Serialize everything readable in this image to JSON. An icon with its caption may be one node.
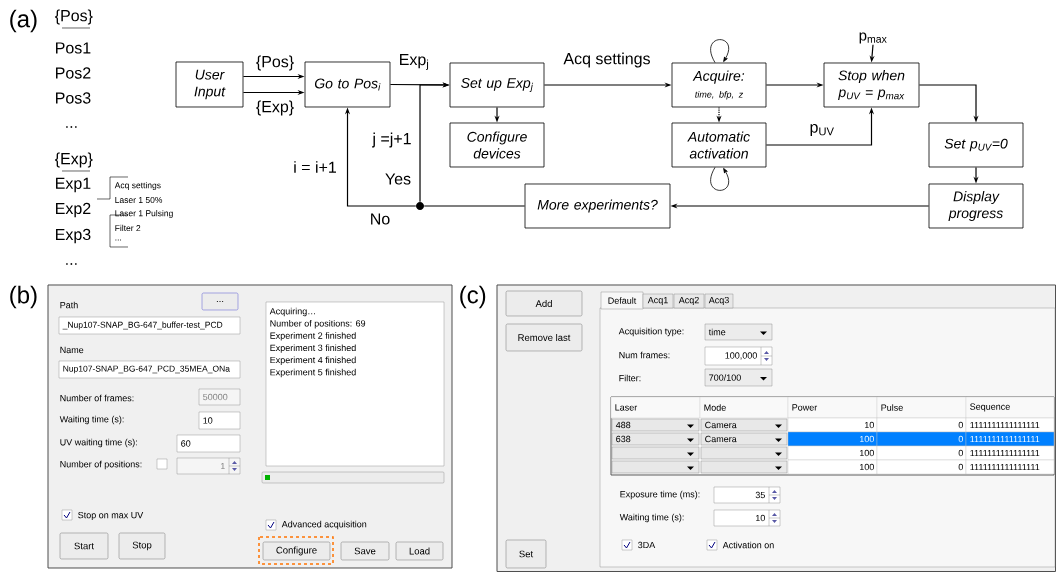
{
  "diagram": {
    "nodes": [
      {
        "text": [
          "User Input"
        ]
      },
      {
        "text": [
          "Go to Pos$_{i}$"
        ]
      },
      {
        "text": [
          "Set up Exp$_{j}$"
        ]
      },
      {
        "text": [
          "Configure devices"
        ]
      },
      {
        "text": [
          "Acquire:",
          "time, bfp, z"
        ]
      },
      {
        "text": [
          "Automatic activation"
        ]
      },
      {
        "text": [
          "Stop when p$_{UV}$ = p$_{max}$"
        ]
      },
      {
        "text": [
          "Set p$_{UV}$=0"
        ]
      },
      {
        "text": [
          "Display progress"
        ]
      },
      {
        "text": [
          "More experiments?"
        ]
      },
      {
        "text": [],
        "shape": "circle"
      },
      {
        "text": [
          "p$_{max}$"
        ]
      }
    ],
    "edges": [
      {
        "from": 0,
        "to": 1,
        "arrow": "to",
        "label": "{Pos}"
      },
      {
        "from": 0,
        "to": 1,
        "arrow": "to",
        "label": "{Exp}"
      },
      {
        "from": 1,
        "to": 2,
        "arrow": "to",
        "label": "Exp$_{j}$"
      },
      {
        "from": 2,
        "to": 3,
        "arrow": "to"
      },
      {
        "from": 2,
        "to": 4,
        "arrow": "to",
        "label": "Acq settings"
      },
      {
        "from": 4,
        "to": 5,
        "arrow": "to",
        "style": "dashed"
      },
      {
        "from": 4,
        "to": 6,
        "arrow": "to"
      },
      {
        "from": 5,
        "to": 6,
        "arrow": "to",
        "label": "p$_{UV}$"
      },
      {
        "from": 6,
        "to": 7,
        "arrow": "to"
      },
      {
        "from": 7,
        "to": 8,
        "arrow": "to"
      },
      {
        "from": 8,
        "to": 9,
        "arrow": "to"
      },
      {
        "from": 9,
        "to": 10,
        "arrow": "none"
      },
      {
        "from": 10,
        "to": 1,
        "arrow": "to",
        "label": "No"
      },
      {
        "from": 10,
        "to": 2,
        "arrow": "to",
        "label": "Yes"
      },
      {
        "from": 4,
        "to": 4,
        "arrow": "to"
      },
      {
        "from": 5,
        "to": 5,
        "arrow": "to"
      },
      {
        "from": 11,
        "to": 6,
        "arrow": "to"
      }
    ],
    "labels": [
      "(a)",
      "{Pos}",
      "Pos1",
      "Pos2",
      "Pos3",
      "...",
      "{Exp}",
      "Exp1",
      "Exp2",
      "Exp3",
      "...",
      "Acq settings",
      "Laser 1 50%",
      "Laser 1 Pulsing",
      "Filter 2",
      "...",
      "i = i+1",
      "j =j+1",
      "(b)",
      "Path",
      "...",
      "_Nup107-SNAP_BG-647_buffer-test_PCD",
      "Name",
      "Nup107-SNAP_BG-647_PCD_35MEA_ONa",
      "Number of frames:",
      "50000",
      "Waiting time (s):",
      "10",
      "UV waiting time (s):",
      "60",
      "Number of positions:",
      "1",
      "Stop on max UV",
      "Start",
      "Stop",
      "Acquiring…",
      "Number of positions: 69",
      "Experiment 2 finished",
      "Experiment 3 finished",
      "Experiment 4 finished",
      "Experiment 5 finished",
      "Advanced acquisition",
      "Configure",
      "Save",
      "Load",
      "(c)",
      "Add",
      "Remove last",
      "Set",
      "Default",
      "Acq1",
      "Acq2",
      "Acq3",
      "Acquisition type:",
      "time",
      "Num frames:",
      "100,000",
      "Filter:",
      "700/100",
      "Laser",
      "Mode",
      "Power",
      "Pulse",
      "Sequence",
      "488",
      "Camera",
      "10",
      "0",
      "1111111111111111",
      "638",
      "Camera",
      "100",
      "0",
      "1111111111111111",
      "100",
      "0",
      "1111111111111111",
      "100",
      "0",
      "1111111111111111",
      "Exposure time (ms):",
      "35",
      "Waiting time (s):",
      "10",
      "3DA",
      "Activation on"
    ]
  }
}
